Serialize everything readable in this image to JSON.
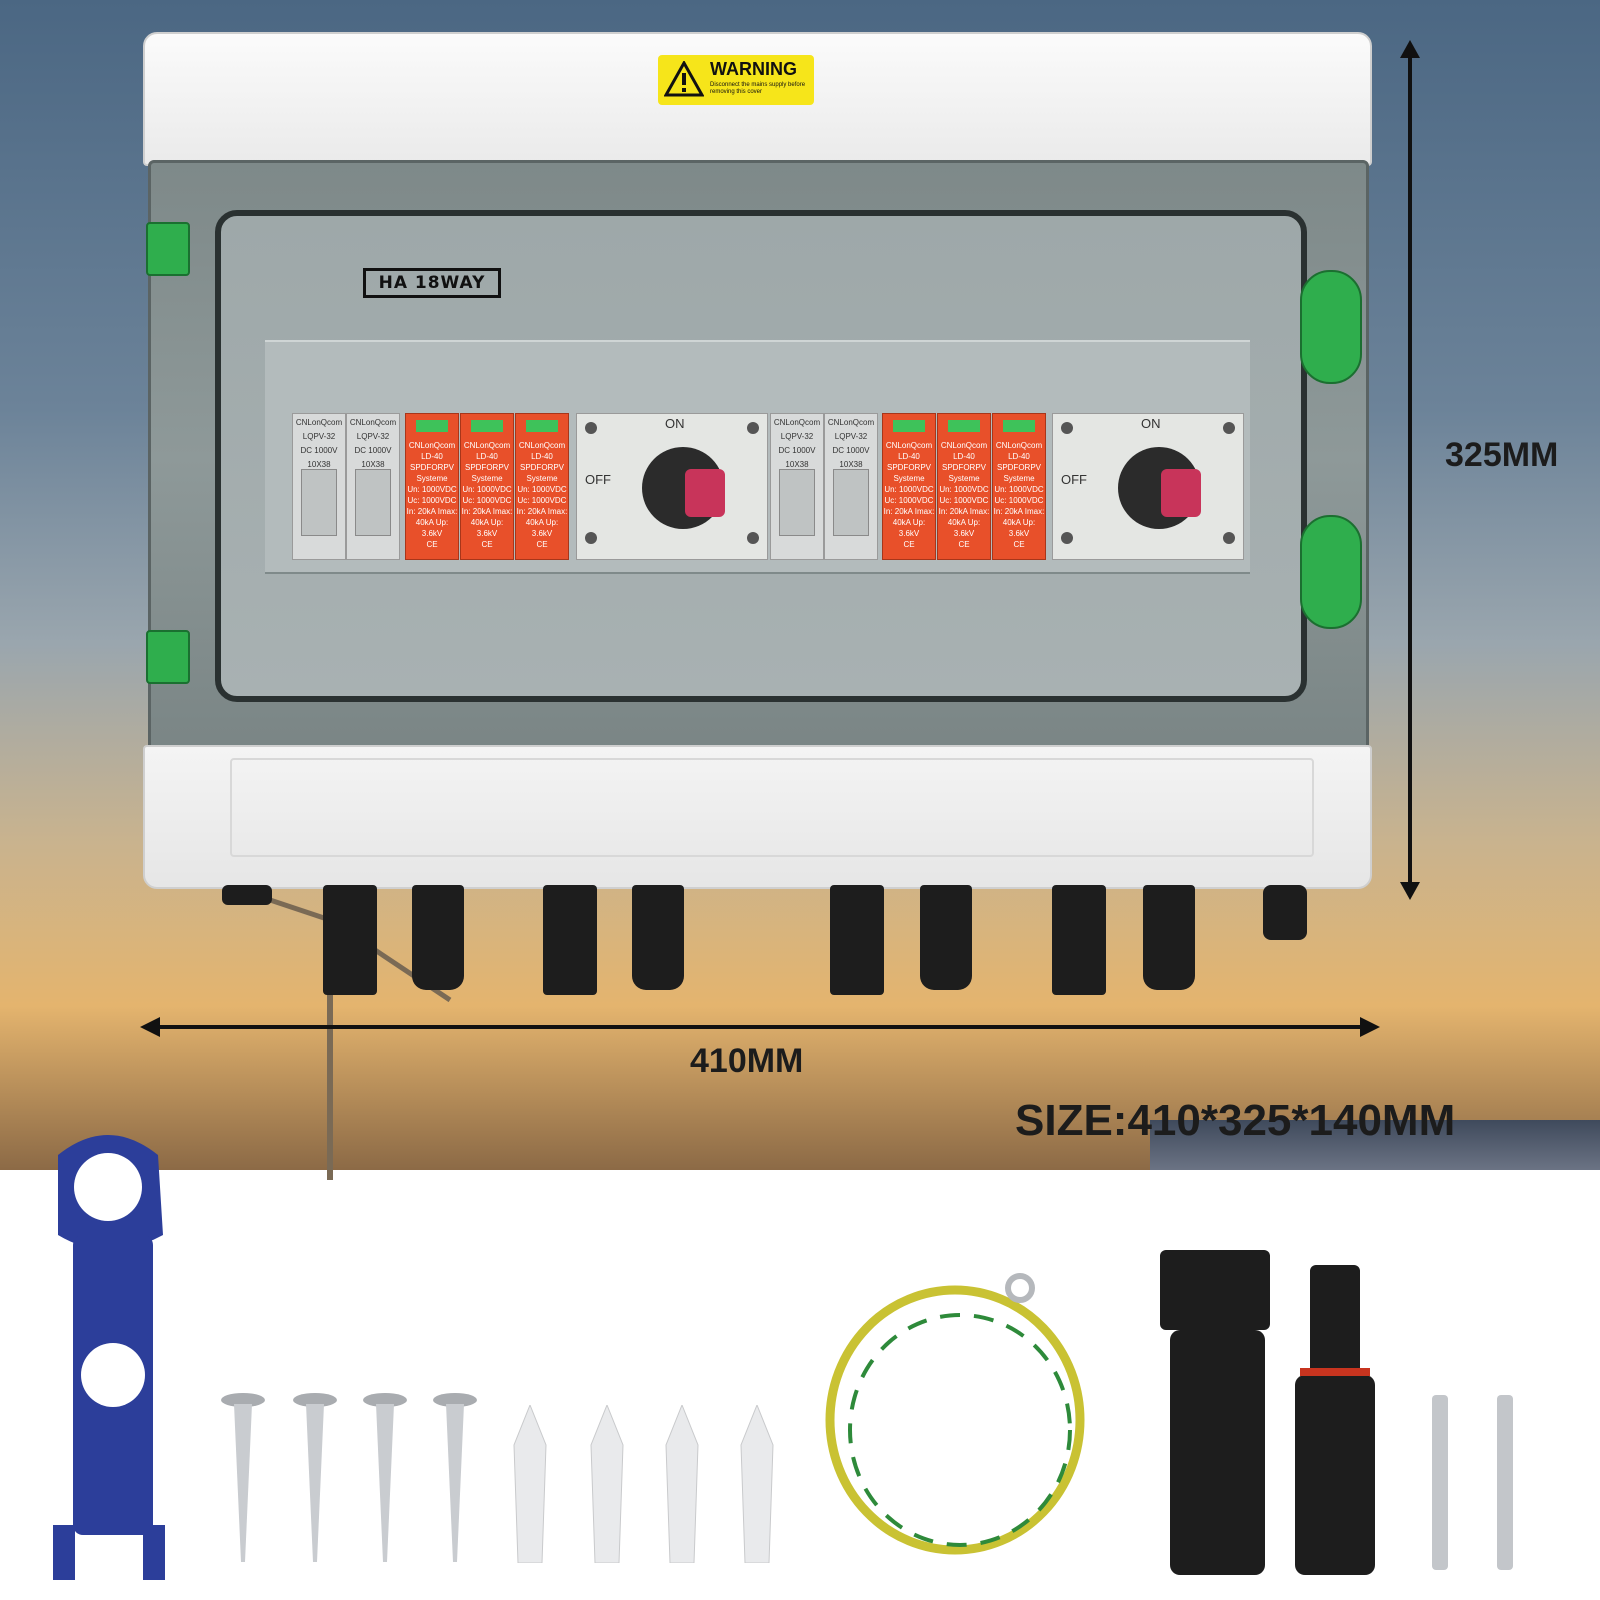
{
  "image": {
    "warning_label": {
      "title": "WARNING",
      "subtitle": "Disconnect the mains supply before removing this cover"
    },
    "model_label": "HA 18WAY",
    "dimensions": {
      "height": "325MM",
      "width": "410MM",
      "size": "SIZE:410*325*140MM"
    },
    "fuse_holder": {
      "brand": "CNLonQcom",
      "model": "LQPV-32",
      "rating": "DC 1000V",
      "size": "10X38"
    },
    "surge_protector": {
      "brand": "CNLonQcom",
      "model": "LD-40",
      "subtitle": "SPDFORPV Systeme",
      "specs": "Un: 1000VDC Uc: 1000VDC In: 20kA Imax: 40kA Up: 3.6kV",
      "mark": "CE"
    },
    "isolator_switch": {
      "on_label": "ON",
      "off_label": "OFF"
    },
    "colors": {
      "spd": "#e8502a",
      "latch": "#2fae4d",
      "warning": "#f6e51a",
      "wrench": "#2c3e9a",
      "ground_wire": "#c9c233"
    }
  }
}
